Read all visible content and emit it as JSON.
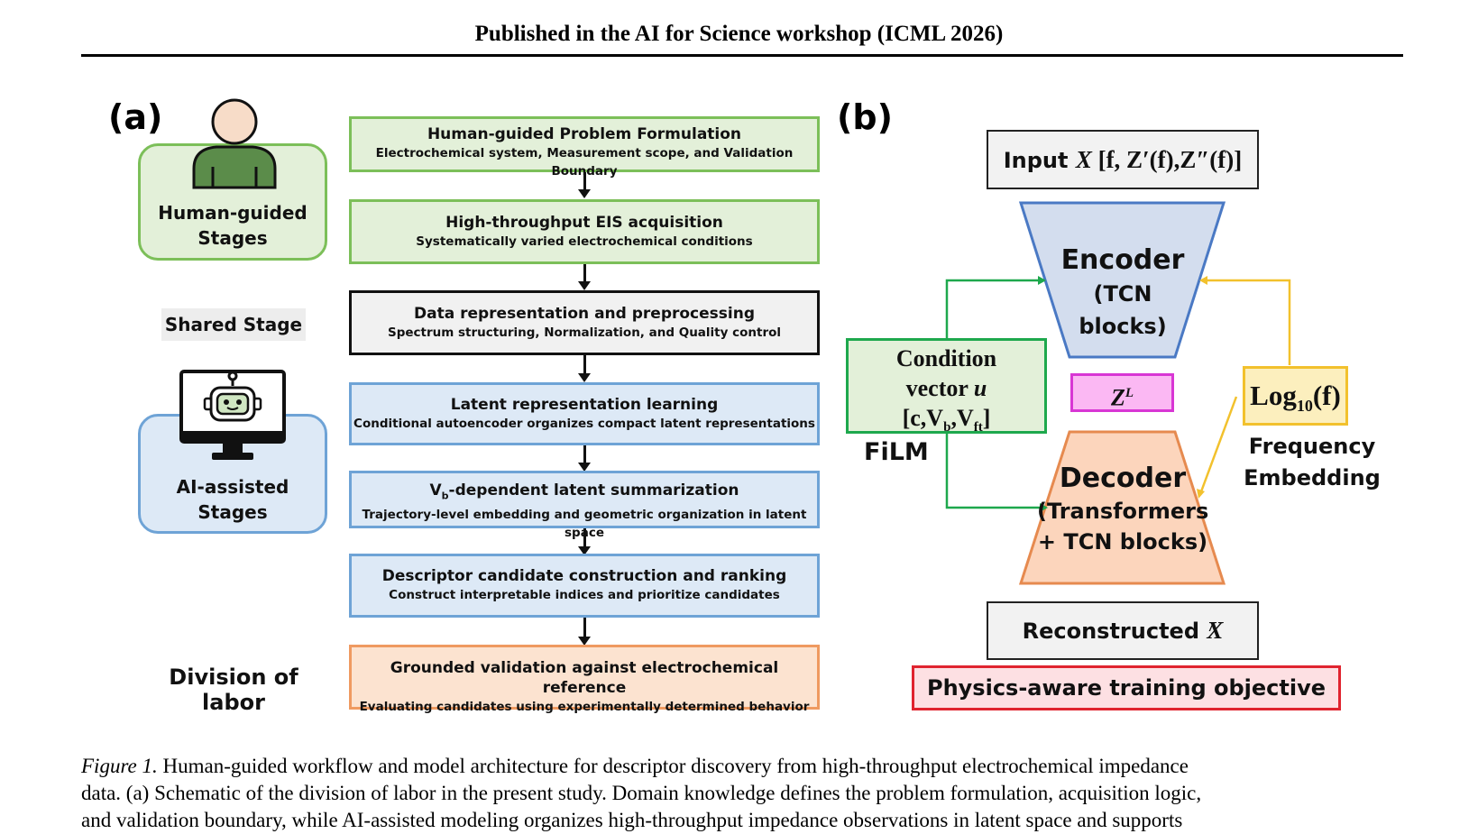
{
  "header": {
    "title": "Published in the AI for Science workshop (ICML 2026)"
  },
  "panel_a": {
    "label": "(a)",
    "human_stage": {
      "line1": "Human-guided",
      "line2": "Stages"
    },
    "shared_stage": "Shared Stage",
    "ai_stage": {
      "line1": "AI-assisted",
      "line2": "Stages"
    },
    "division_label": "Division of labor",
    "steps": [
      {
        "title": "Human-guided Problem Formulation",
        "subtitle": "Electrochemical system, Measurement scope, and Validation Boundary"
      },
      {
        "title": "High-throughput EIS acquisition",
        "subtitle": "Systematically varied electrochemical conditions"
      },
      {
        "title": "Data representation and preprocessing",
        "subtitle": "Spectrum structuring, Normalization, and Quality control"
      },
      {
        "title": "Latent representation learning",
        "subtitle": "Conditional autoencoder organizes compact latent representations"
      },
      {
        "title_pre": "V",
        "title_sub": "b",
        "title_post": "-dependent latent summarization",
        "subtitle": "Trajectory-level embedding and geometric organization in latent space"
      },
      {
        "title": "Descriptor candidate construction and ranking",
        "subtitle": "Construct interpretable indices and prioritize candidates"
      },
      {
        "title": "Grounded validation against electrochemical reference",
        "subtitle": "Evaluating candidates using experimentally determined behavior"
      }
    ]
  },
  "panel_b": {
    "label": "(b)",
    "input_prefix": "Input ",
    "input_var": "X",
    "input_rest": " [f, Z′(f),Z″(f)]",
    "encoder": {
      "line1": "Encoder",
      "line2": "(TCN blocks)"
    },
    "latent": "Z",
    "latent_sup": "L",
    "decoder": {
      "line1": "Decoder",
      "line2": "(Transformers",
      "line3": "+ TCN blocks)"
    },
    "condition": {
      "line1": "Condition",
      "line2_pre": "vector ",
      "line2_var": "u",
      "line3_a": "[c,V",
      "line3_b": "b",
      "line3_c": ",V",
      "line3_d": "ft",
      "line3_e": "]"
    },
    "film": "FiLM",
    "log_pre": "Log",
    "log_sub": "10",
    "log_post": "(f)",
    "freq_embedding": {
      "line1": "Frequency",
      "line2": "Embedding"
    },
    "reconstructed_prefix": "Reconstructed ",
    "reconstructed_var": "X",
    "physics": "Physics-aware training objective"
  },
  "caption": {
    "label": "Figure 1.",
    "line1": " Human-guided workflow and model architecture for descriptor discovery from high-throughput electrochemical impedance",
    "line2": "data. (a) Schematic of the division of labor in the present study. Domain knowledge defines the problem formulation, acquisition logic,",
    "line3": "and validation boundary, while AI-assisted modeling organizes high-throughput impedance observations in latent space and supports"
  },
  "colors": {
    "green_border": "#7cbf59",
    "green_fill": "#e3f0d9",
    "blue_border": "#6ea3d6",
    "blue_fill": "#dde9f6",
    "orange_border": "#ef9a60",
    "orange_fill": "#fce3d0",
    "encoder_fill": "#d3ddee",
    "encoder_border": "#4a79c4",
    "decoder_fill": "#fcd5bc",
    "decoder_border": "#e68a4f",
    "latent_fill": "#fbb8f3",
    "latent_border": "#d836d4",
    "log_fill": "#fcefbe",
    "log_border": "#f2c12d",
    "film_green": "#1ea84d",
    "freq_yellow": "#f2c12d",
    "physics_fill": "#fde0e3",
    "physics_border": "#e0242f"
  }
}
